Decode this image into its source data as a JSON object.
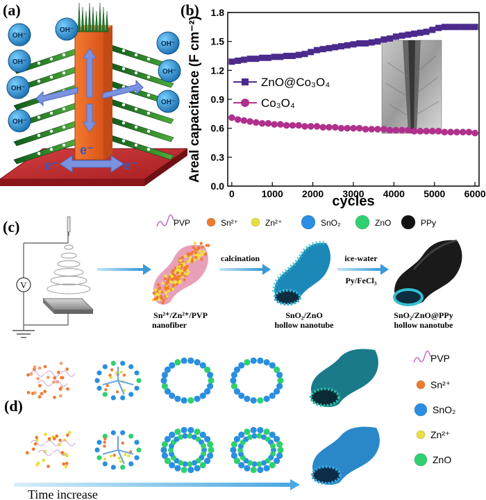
{
  "panels": {
    "a": {
      "label": "(a)",
      "ion_label": "OH⁻",
      "electron_label": "e⁻"
    },
    "b": {
      "label": "(b)"
    },
    "c": {
      "label": "(c)",
      "legend": [
        {
          "name": "PVP",
          "color": "#c060c0",
          "kind": "squiggle"
        },
        {
          "name": "Sn²⁺",
          "color": "#f07a30",
          "kind": "dot"
        },
        {
          "name": "Zn²⁺",
          "color": "#e8e040",
          "kind": "dot"
        },
        {
          "name": "SnO₂",
          "color": "#2a8fe0",
          "kind": "dot"
        },
        {
          "name": "ZnO",
          "color": "#30d070",
          "kind": "dot"
        },
        {
          "name": "PPy",
          "color": "#111111",
          "kind": "dot"
        }
      ],
      "voltmeter": "V",
      "step1": "calcination",
      "step2_top": "ice-water",
      "step2_bottom": "Py/FeCl₃",
      "product1": [
        "Sn²⁺/Zn²⁺/PVP",
        "nanofiber"
      ],
      "product2": [
        "SnO₂/ZnO",
        "hollow nanotube"
      ],
      "product3": [
        "SnO₂/ZnO@PPy",
        "hollow nanotube"
      ]
    },
    "d": {
      "label": "(d)",
      "legend": [
        {
          "name": "PVP",
          "color": "#c060c0",
          "kind": "squiggle"
        },
        {
          "name": "Sn²⁺",
          "color": "#f07a30",
          "kind": "dot"
        },
        {
          "name": "SnO₂",
          "color": "#2a8fe0",
          "kind": "dot"
        },
        {
          "name": "Zn²⁺",
          "color": "#e8e040",
          "kind": "dot"
        },
        {
          "name": "ZnO",
          "color": "#30d070",
          "kind": "dot"
        }
      ],
      "time_label": "Time increase"
    }
  },
  "chart_data": {
    "type": "scatter",
    "title": "",
    "xlabel": "cycles",
    "ylabel": "Areal capacitance (F cm⁻²)",
    "xlim": [
      -100,
      6100
    ],
    "ylim": [
      0,
      1.8
    ],
    "xticks": [
      0,
      1000,
      2000,
      3000,
      4000,
      5000,
      6000
    ],
    "yticks": [
      0.0,
      0.3,
      0.6,
      0.9,
      1.2,
      1.5,
      1.8
    ],
    "ytick_labels": [
      "0.0",
      "0.3",
      "0.6",
      "0.9",
      "1.2",
      "1.5",
      "1.8"
    ],
    "legend_position": "center-left",
    "inset": "TEM image",
    "series": [
      {
        "name": "ZnO@Co₃O₄",
        "color": "#4b2a8c",
        "marker": "square",
        "x": [
          0,
          150,
          300,
          450,
          600,
          750,
          900,
          1050,
          1200,
          1350,
          1500,
          1650,
          1800,
          1950,
          2100,
          2250,
          2400,
          2550,
          2700,
          2850,
          3000,
          3150,
          3300,
          3450,
          3600,
          3750,
          3900,
          4050,
          4200,
          4350,
          4500,
          4650,
          4800,
          4950,
          5100,
          5250,
          5400,
          5550,
          5700,
          5850,
          6000
        ],
        "y": [
          1.29,
          1.3,
          1.31,
          1.32,
          1.32,
          1.33,
          1.33,
          1.34,
          1.34,
          1.35,
          1.35,
          1.36,
          1.37,
          1.39,
          1.41,
          1.42,
          1.43,
          1.44,
          1.45,
          1.46,
          1.47,
          1.48,
          1.48,
          1.49,
          1.5,
          1.52,
          1.53,
          1.55,
          1.56,
          1.57,
          1.58,
          1.59,
          1.6,
          1.62,
          1.64,
          1.65,
          1.65,
          1.65,
          1.65,
          1.65,
          1.65
        ]
      },
      {
        "name": "Co₃O₄",
        "color": "#b0308c",
        "marker": "circle",
        "x": [
          0,
          150,
          300,
          450,
          600,
          750,
          900,
          1050,
          1200,
          1350,
          1500,
          1650,
          1800,
          1950,
          2100,
          2250,
          2400,
          2550,
          2700,
          2850,
          3000,
          3150,
          3300,
          3450,
          3600,
          3750,
          3900,
          4050,
          4200,
          4350,
          4500,
          4650,
          4800,
          4950,
          5100,
          5250,
          5400,
          5550,
          5700,
          5850,
          6000
        ],
        "y": [
          0.71,
          0.69,
          0.68,
          0.67,
          0.66,
          0.65,
          0.65,
          0.64,
          0.64,
          0.63,
          0.63,
          0.63,
          0.62,
          0.62,
          0.62,
          0.61,
          0.61,
          0.61,
          0.6,
          0.6,
          0.6,
          0.6,
          0.59,
          0.59,
          0.59,
          0.59,
          0.58,
          0.58,
          0.58,
          0.58,
          0.57,
          0.57,
          0.57,
          0.57,
          0.57,
          0.56,
          0.56,
          0.56,
          0.56,
          0.56,
          0.55
        ]
      }
    ]
  }
}
